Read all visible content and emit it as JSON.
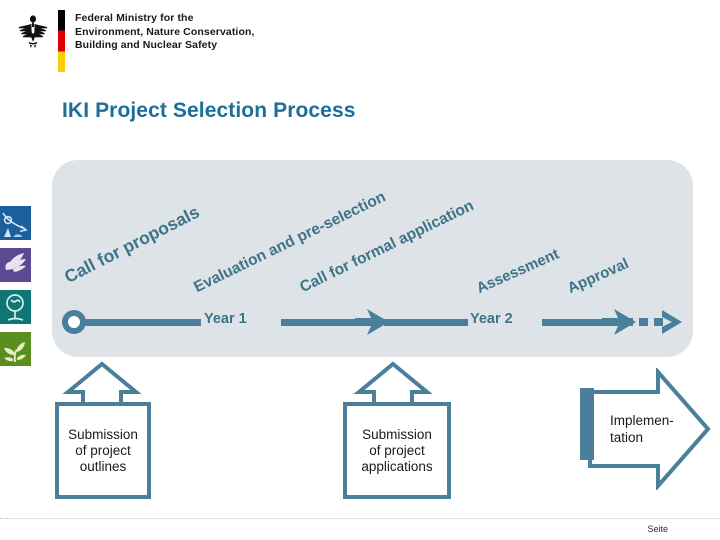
{
  "header": {
    "logo_icon": "german-federal-eagle-icon",
    "flag_icon": "german-flag-bar-icon",
    "ministry_name": "Federal Ministry for the\nEnvironment, Nature Conservation,\nBuilding and Nuclear Safety"
  },
  "title": "IKI Project Selection Process",
  "sidebar_icons": [
    {
      "name": "climate-icon",
      "color": "#1b5f9e"
    },
    {
      "name": "hand-leaf-icon",
      "color": "#5b4a91"
    },
    {
      "name": "tree-icon",
      "color": "#0f7676"
    },
    {
      "name": "biodiversity-icon",
      "color": "#5a8f1e"
    }
  ],
  "process": {
    "phases": [
      {
        "label": "Call for proposals"
      },
      {
        "label": "Evaluation and\npre-selection"
      },
      {
        "label": "Call for formal\napplication"
      },
      {
        "label": "Assessment"
      },
      {
        "label": "Approval"
      }
    ],
    "timeline": {
      "start_marker": "start-circle-icon",
      "labels": [
        "Year 1",
        "Year 2"
      ],
      "arrow_icon": "right-arrow-icon",
      "continuation_icon": "dotted-chevron-icon"
    }
  },
  "callouts": [
    {
      "name": "submission-of-project-outlines",
      "text": "Submission\nof project\noutlines"
    },
    {
      "name": "submission-of-project-applications",
      "text": "Submission\nof project\napplications"
    }
  ],
  "implementation": {
    "text": "Implemen-\ntation"
  },
  "footer": {
    "page_label": "Seite"
  },
  "colors": {
    "title_blue": "#1d6e99",
    "panel_bg": "#dee3e7",
    "accent_steel": "#4a7f9b",
    "label_text": "#3f7389"
  }
}
